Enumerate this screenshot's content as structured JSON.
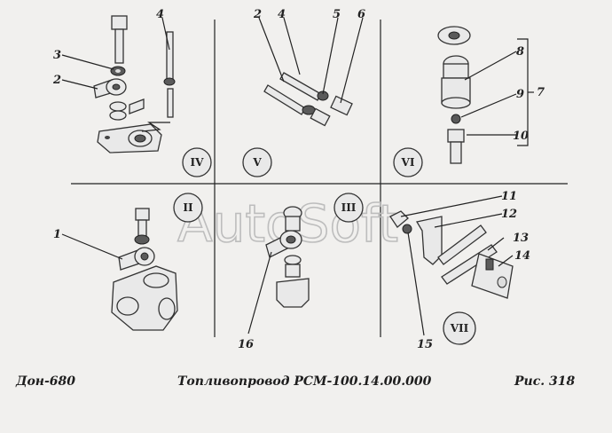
{
  "callouts": [
    "1",
    "2",
    "3",
    "4",
    "5",
    "6",
    "7",
    "8",
    "9",
    "10",
    "11",
    "12",
    "13",
    "14",
    "15",
    "16"
  ],
  "views": [
    "II",
    "III",
    "IV",
    "V",
    "VI",
    "VII"
  ],
  "watermark": "AutoSoft",
  "footer": {
    "model": "Дон-680",
    "title": "Топливопровод РСМ-100.14.00.000",
    "figure": "Рис.  318"
  }
}
